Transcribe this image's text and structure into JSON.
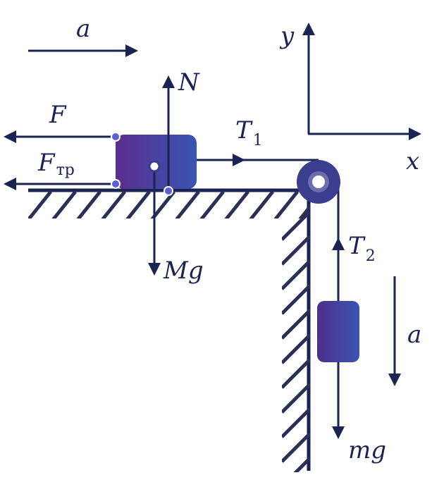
{
  "labels": {
    "a_top": "a",
    "N": "N",
    "F": "F",
    "F_tr_main": "F",
    "F_tr_sub": "тр",
    "T1_main": "T",
    "T1_sub": "1",
    "Mg": "Mg",
    "y_axis": "y",
    "x_axis": "x",
    "T2_main": "T",
    "T2_sub": "2",
    "a_right": "a",
    "mg": "mg"
  },
  "colors": {
    "ink": "#1b2352",
    "block_left": "#5a2d8e",
    "block_right": "#3a4fa6",
    "pulley": "#3b3d8e",
    "point": "#5a5fd6",
    "hatch": "#2a2f55"
  }
}
